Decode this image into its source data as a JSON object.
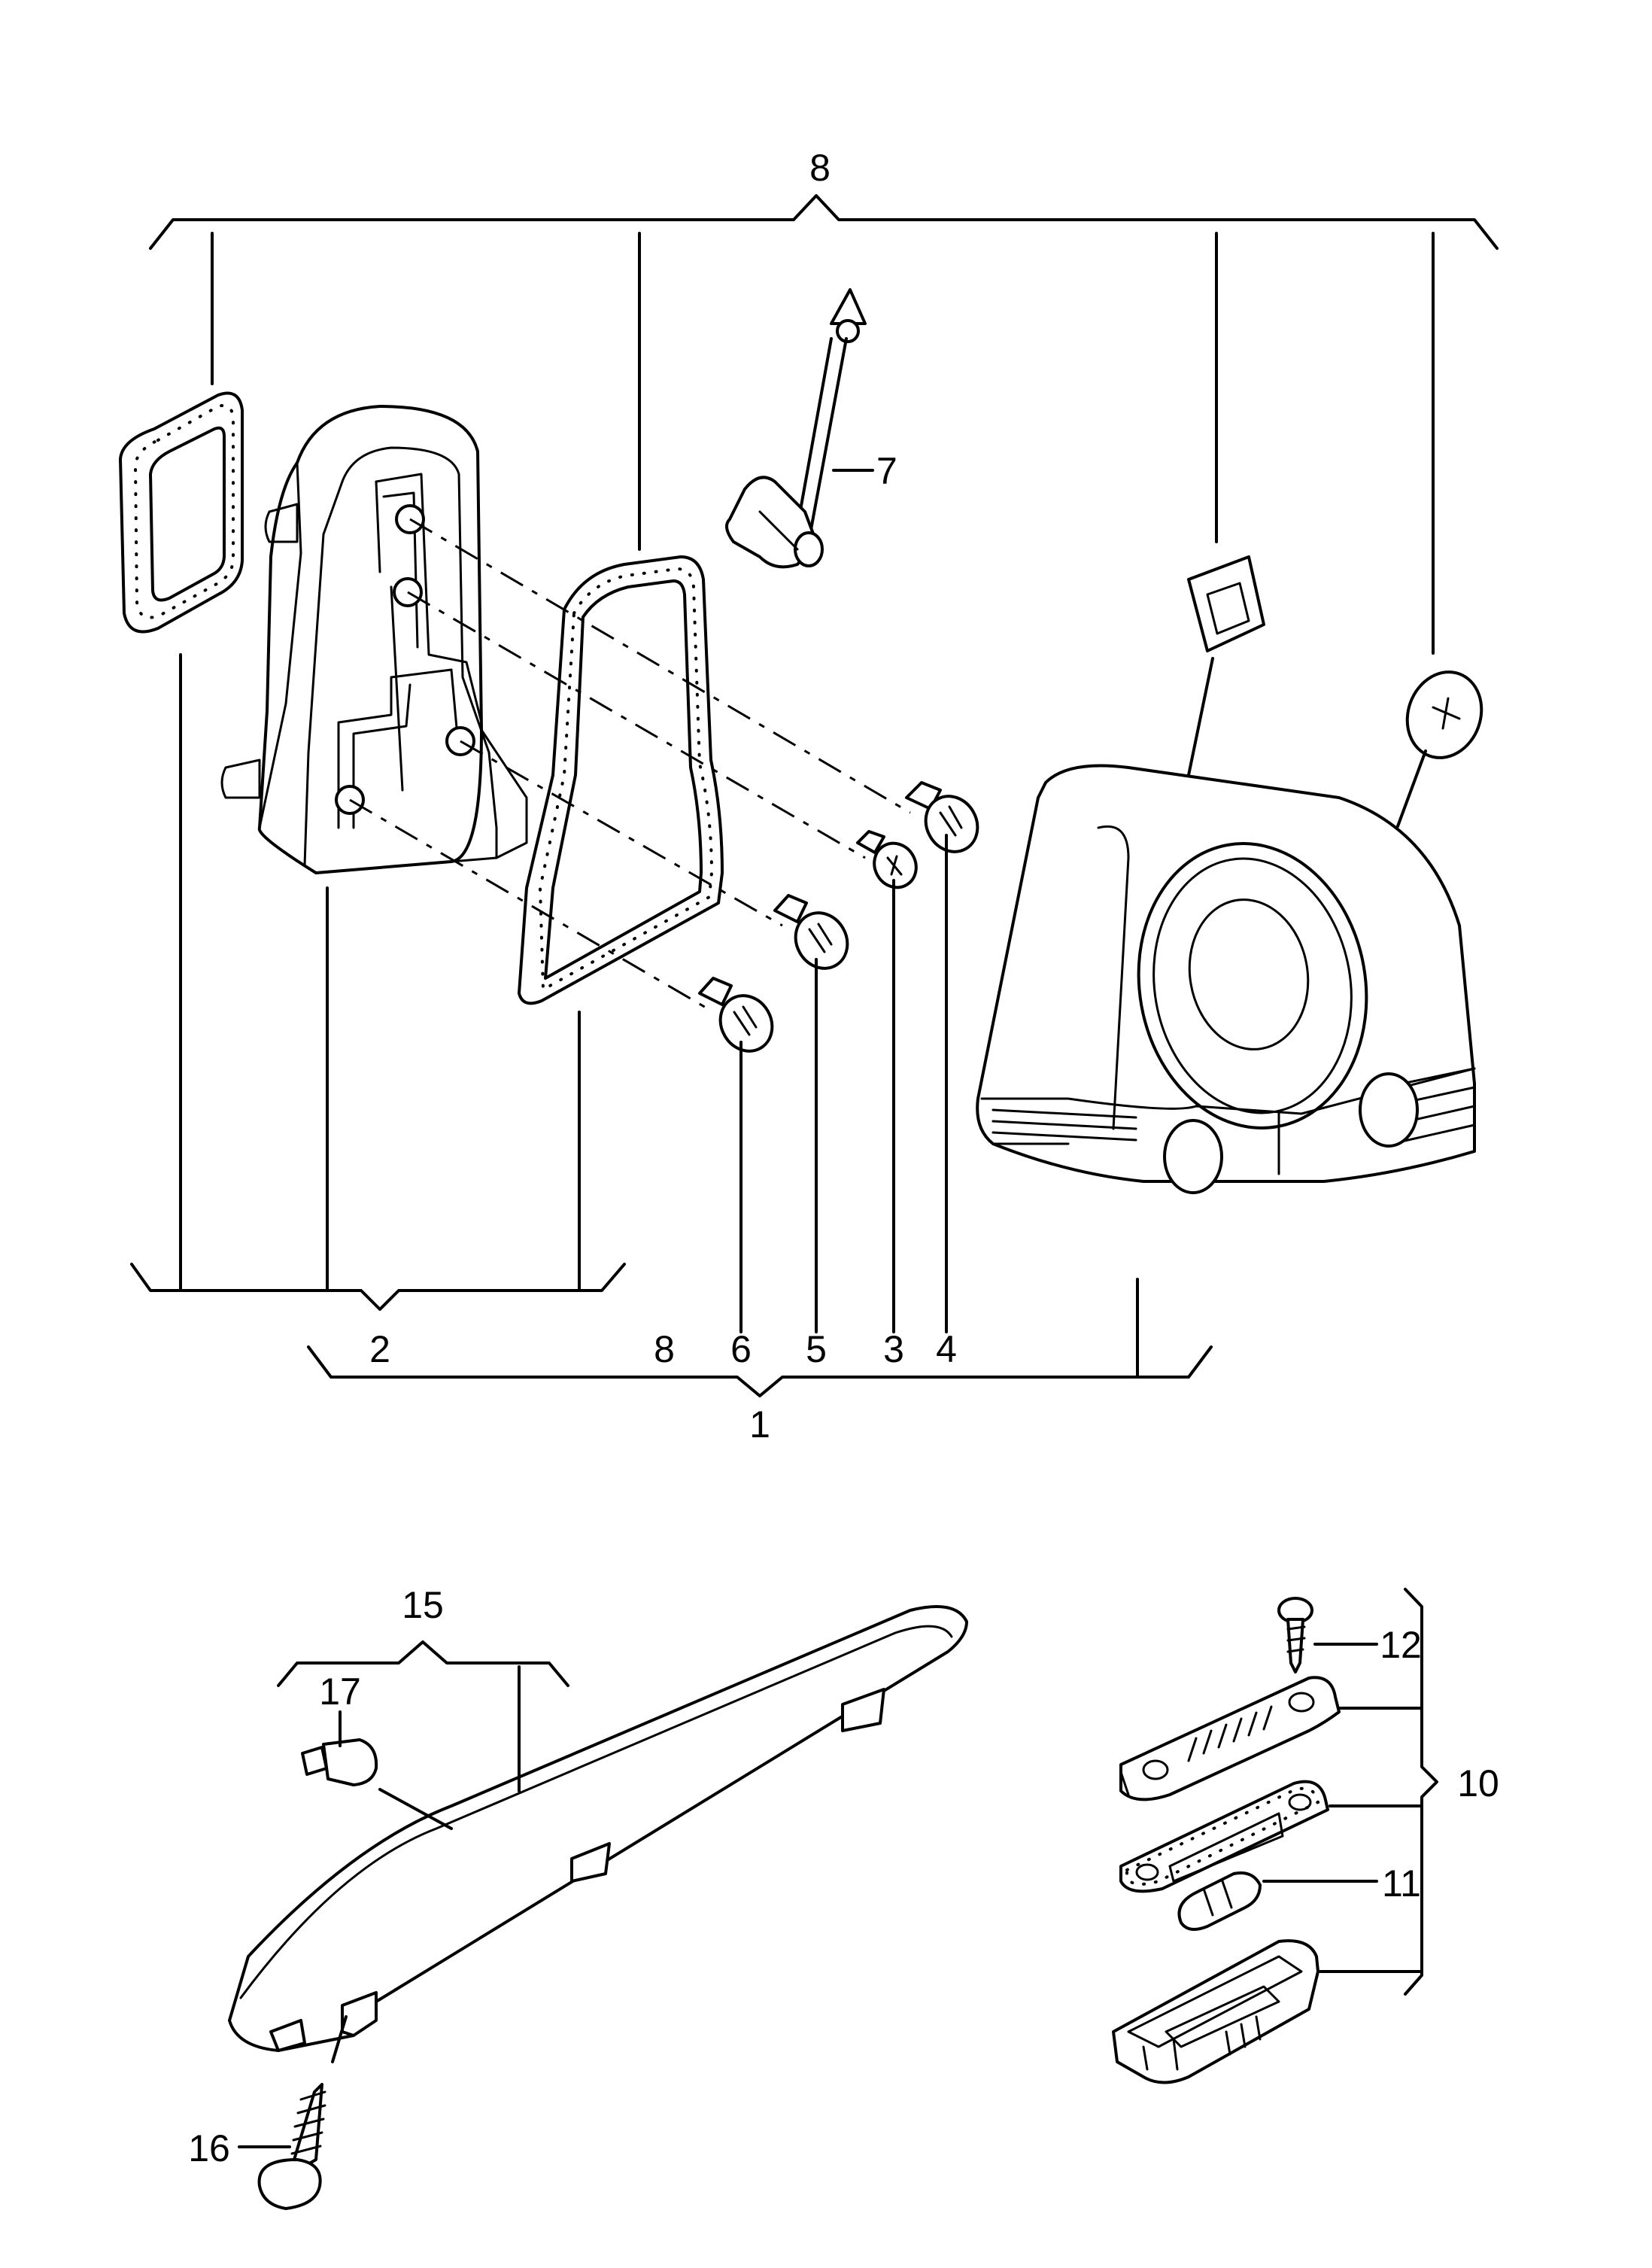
{
  "callouts": {
    "c1": "1",
    "c2": "2",
    "c3": "3",
    "c4": "4",
    "c5": "5",
    "c6": "6",
    "c7": "7",
    "c8_top": "8",
    "c8_bottom": "8",
    "c10": "10",
    "c11": "11",
    "c12": "12",
    "c15": "15",
    "c16": "16",
    "c17": "17"
  }
}
